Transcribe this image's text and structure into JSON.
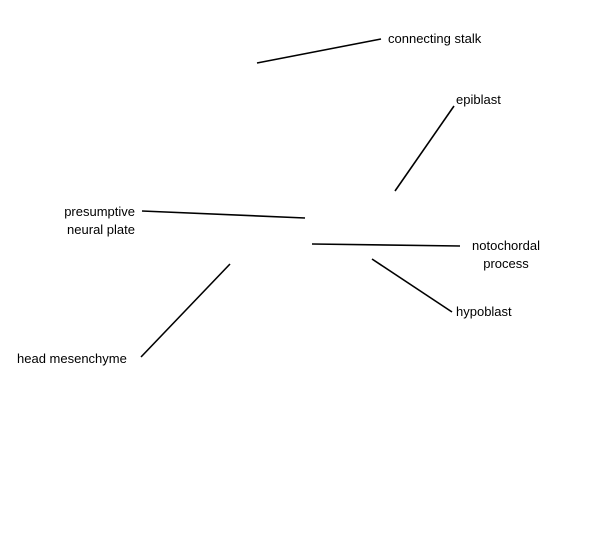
{
  "labels": {
    "connecting_stalk": "connecting stalk",
    "epiblast": "epiblast",
    "presumptive_neural_plate": [
      "presumptive",
      "neural plate"
    ],
    "notochordal_process": [
      "notochordal",
      "process"
    ],
    "hypoblast": "hypoblast",
    "head_mesenchyme": "head mesenchyme"
  },
  "colors": {
    "background": "#ffffff",
    "line": "#000000",
    "text": "#000000"
  }
}
